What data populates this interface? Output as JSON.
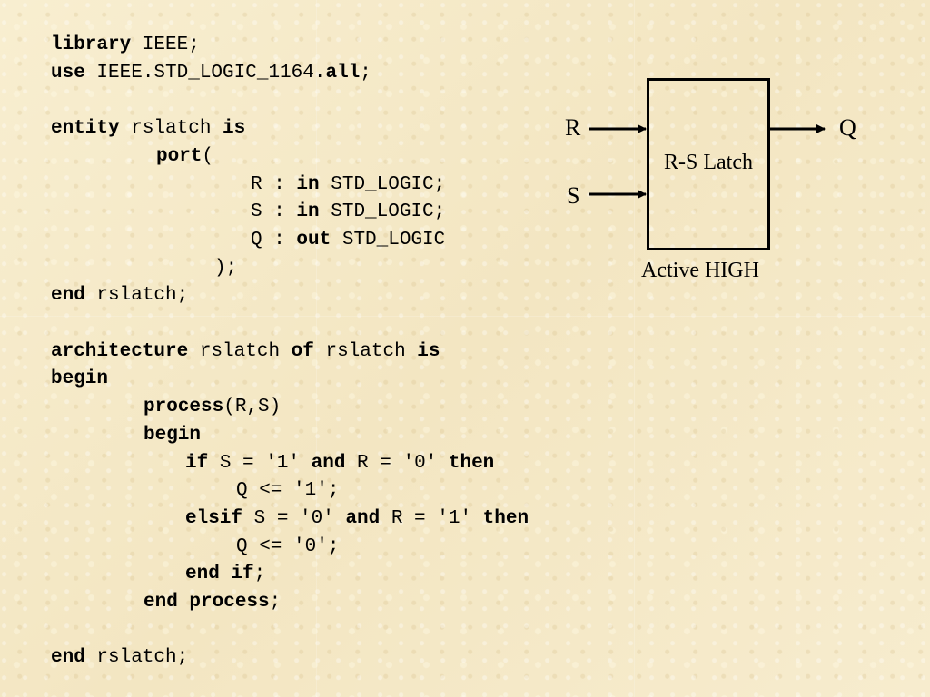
{
  "code_lines": [
    [
      {
        "t": "library",
        "k": true
      },
      {
        "t": " IEEE;",
        "k": false
      }
    ],
    [
      {
        "t": "use",
        "k": true
      },
      {
        "t": " IEEE.STD_LOGIC_1164.",
        "k": false
      },
      {
        "t": "all",
        "k": true
      },
      {
        "t": ";",
        "k": false
      }
    ],
    [],
    [
      {
        "t": "entity",
        "k": true
      },
      {
        "t": " rslatch ",
        "k": false
      },
      {
        "t": "is",
        "k": true
      }
    ],
    [
      {
        "t": "port",
        "k": true
      },
      {
        "t": "(",
        "k": false
      }
    ],
    [
      {
        "t": "R : ",
        "k": false
      },
      {
        "t": "in",
        "k": true
      },
      {
        "t": " STD_LOGIC;",
        "k": false
      }
    ],
    [
      {
        "t": "S : ",
        "k": false
      },
      {
        "t": "in",
        "k": true
      },
      {
        "t": " STD_LOGIC;",
        "k": false
      }
    ],
    [
      {
        "t": "Q : ",
        "k": false
      },
      {
        "t": "out",
        "k": true
      },
      {
        "t": " STD_LOGIC",
        "k": false
      }
    ],
    [
      {
        "t": ");",
        "k": false
      }
    ],
    [
      {
        "t": "end",
        "k": true
      },
      {
        "t": " rslatch;",
        "k": false
      }
    ],
    [],
    [
      {
        "t": "architecture",
        "k": true
      },
      {
        "t": " rslatch ",
        "k": false
      },
      {
        "t": "of",
        "k": true
      },
      {
        "t": " rslatch ",
        "k": false
      },
      {
        "t": "is",
        "k": true
      }
    ],
    [
      {
        "t": "begin",
        "k": true
      }
    ],
    [
      {
        "t": "process",
        "k": true
      },
      {
        "t": "(R,S)",
        "k": false
      }
    ],
    [
      {
        "t": "begin",
        "k": true
      }
    ],
    [
      {
        "t": "if",
        "k": true
      },
      {
        "t": " S = '1' ",
        "k": false
      },
      {
        "t": "and",
        "k": true
      },
      {
        "t": " R = '0' ",
        "k": false
      },
      {
        "t": "then",
        "k": true
      }
    ],
    [
      {
        "t": "Q <= '1';",
        "k": false
      }
    ],
    [
      {
        "t": "elsif",
        "k": true
      },
      {
        "t": " S = '0' ",
        "k": false
      },
      {
        "t": "and",
        "k": true
      },
      {
        "t": " R = '1' ",
        "k": false
      },
      {
        "t": "then",
        "k": true
      }
    ],
    [
      {
        "t": "Q <= '0';",
        "k": false
      }
    ],
    [
      {
        "t": "end if",
        "k": true
      },
      {
        "t": ";",
        "k": false
      }
    ],
    [
      {
        "t": "end process",
        "k": true
      },
      {
        "t": ";",
        "k": false
      }
    ],
    [],
    [
      {
        "t": "end",
        "k": true
      },
      {
        "t": " rslatch;",
        "k": false
      }
    ]
  ],
  "diagram": {
    "input_r": "R",
    "input_s": "S",
    "output_q": "Q",
    "block_label": "R-S Latch",
    "caption": "Active HIGH"
  }
}
